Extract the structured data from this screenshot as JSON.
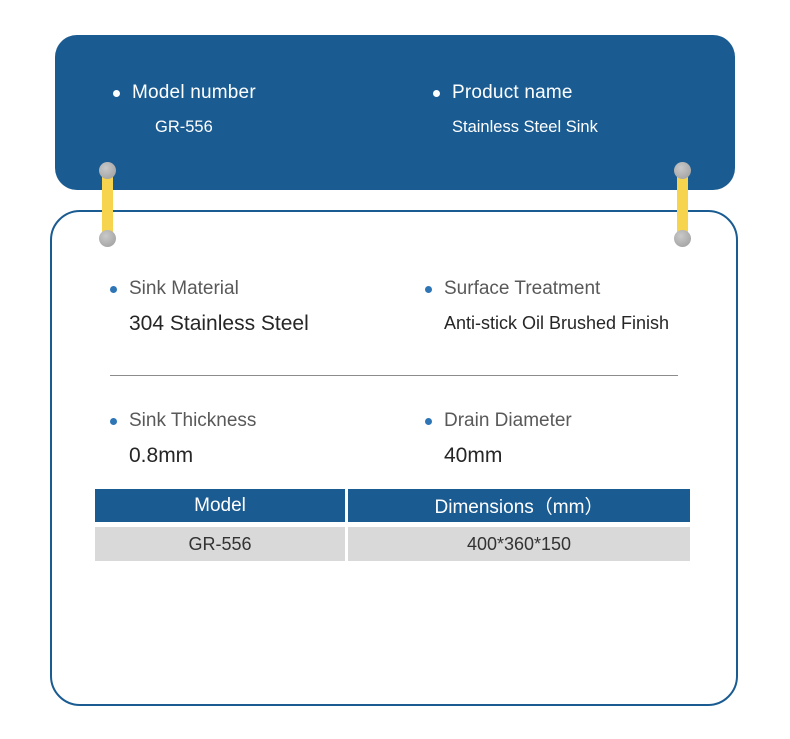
{
  "header": {
    "items": [
      {
        "label": "Model number",
        "value": "GR-556"
      },
      {
        "label": "Product name",
        "value": "Stainless Steel Sink"
      }
    ]
  },
  "specs": [
    {
      "label": "Sink Material",
      "value": "304 Stainless Steel"
    },
    {
      "label": "Surface Treatment",
      "value": "Anti-stick Oil Brushed Finish"
    },
    {
      "label": "Sink Thickness",
      "value": "0.8mm"
    },
    {
      "label": "Drain Diameter",
      "value": "40mm"
    }
  ],
  "table": {
    "headers": [
      "Model",
      "Dimensions（mm）"
    ],
    "rows": [
      {
        "model": "GR-556",
        "dimensions": "400*360*150"
      }
    ]
  },
  "colors": {
    "primary_blue": "#1a5c92",
    "bullet_blue": "#2e75b6",
    "strap_yellow": "#f6d44d",
    "row_gray": "#d9d9d9"
  }
}
